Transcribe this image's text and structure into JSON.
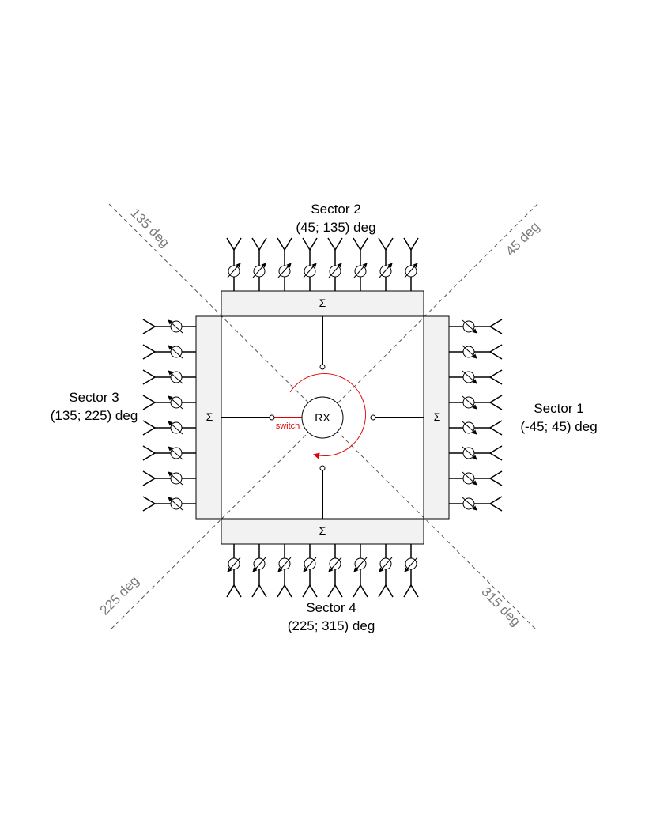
{
  "sectors": {
    "s1": {
      "name": "Sector 1",
      "range": "(-45; 45) deg"
    },
    "s2": {
      "name": "Sector 2",
      "range": "(45; 135) deg"
    },
    "s3": {
      "name": "Sector 3",
      "range": "(135; 225) deg"
    },
    "s4": {
      "name": "Sector 4",
      "range": "(225; 315) deg"
    }
  },
  "angles": {
    "a45": "45 deg",
    "a135": "135 deg",
    "a225": "225 deg",
    "a315": "315 deg"
  },
  "summers": {
    "symbol": "Σ"
  },
  "receiver": {
    "label": "RX"
  },
  "switch": {
    "label": "switch"
  },
  "antennas_per_sector": 8,
  "colors": {
    "summer_fill": "#f2f2f2",
    "switch": "#e00000",
    "guide": "#555555",
    "angle_text": "#7a7a7a"
  }
}
